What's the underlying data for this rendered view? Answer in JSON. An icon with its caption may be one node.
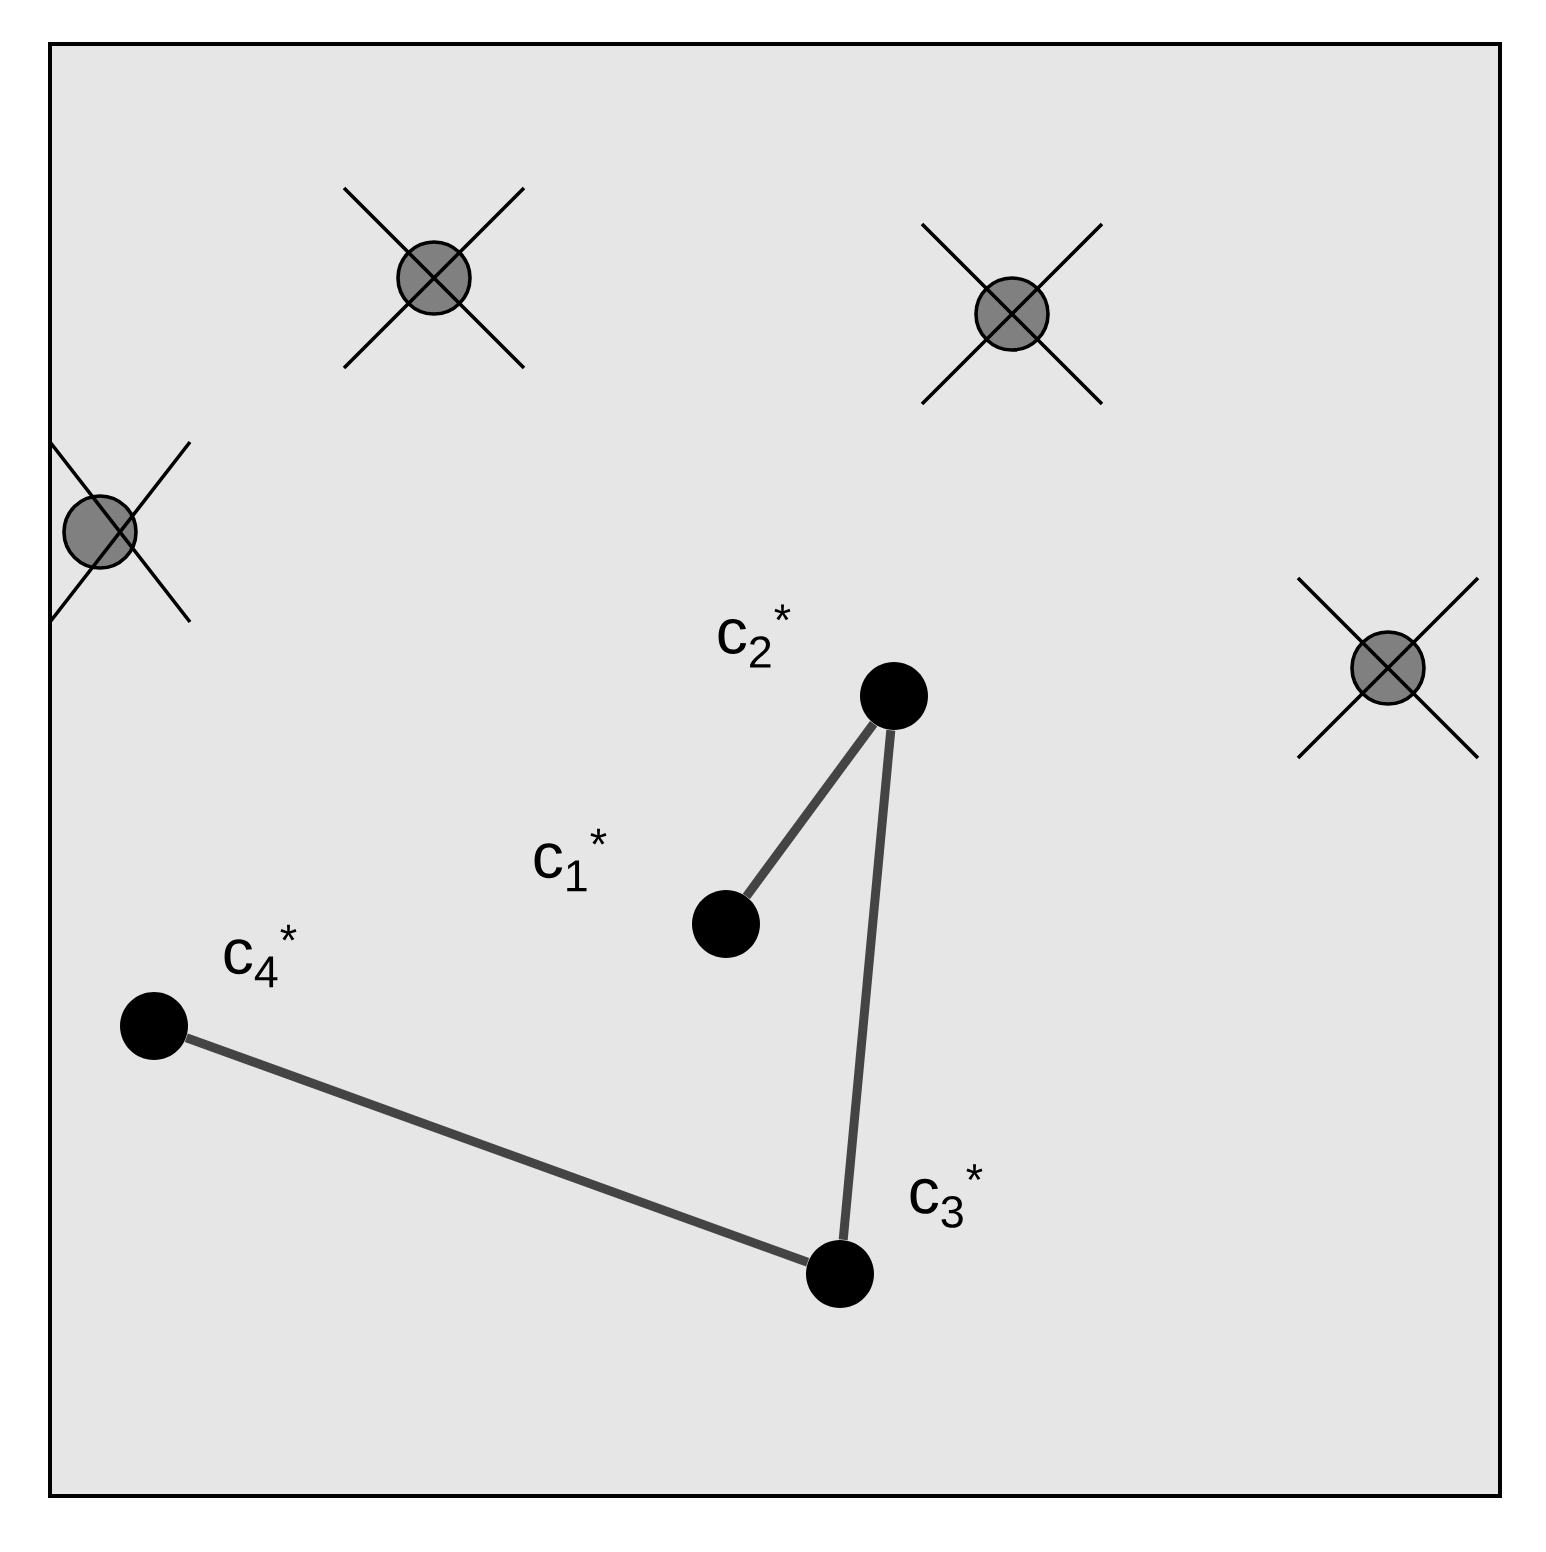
{
  "diagram": {
    "nodes": [
      {
        "text": [],
        "shape": "circle",
        "beside": [
          "c$_{1}$$^{*}$"
        ]
      },
      {
        "text": [],
        "shape": "circle",
        "beside": [
          "c$_{2}$$^{*}$"
        ]
      },
      {
        "text": [],
        "shape": "circle",
        "beside": [
          "c$_{3}$$^{*}$"
        ]
      },
      {
        "text": [],
        "shape": "circle",
        "beside": [
          "c$_{4}$$^{*}$"
        ]
      }
    ],
    "edges": [
      {
        "from": 0,
        "to": 1,
        "arrow": "none"
      },
      {
        "from": 1,
        "to": 2,
        "arrow": "none"
      },
      {
        "from": 2,
        "to": 3,
        "arrow": "none"
      }
    ]
  }
}
